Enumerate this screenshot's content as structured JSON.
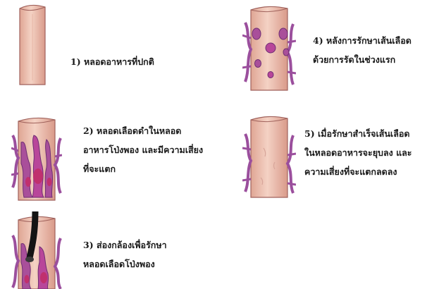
{
  "colors": {
    "tube_fill": "#ecbfae",
    "tube_edge": "#a0625c",
    "vessel": "#9b4f9d",
    "vessel_dark": "#6e2f73",
    "varix_core": "#c0306e",
    "scope": "#141414"
  },
  "steps": [
    {
      "id": 1,
      "icon": "esophagus-normal-icon",
      "lines": [
        "1) หลอดอาหารที่ปกติ"
      ]
    },
    {
      "id": 2,
      "icon": "esophagus-varices-icon",
      "lines": [
        "2) หลอดเลือดดำในหลอด",
        "อาหารโป่งพอง และมีความเสี่ยง",
        "ที่จะแตก"
      ]
    },
    {
      "id": 3,
      "icon": "endoscope-varices-icon",
      "lines": [
        "3) ส่องกล้องเพื่อรักษา",
        "หลอดเลือดโป่งพอง"
      ]
    },
    {
      "id": 4,
      "icon": "esophagus-banded-icon",
      "lines": [
        "4) หลังการรักษาเส้นเลือด",
        "ด้วยการรัดในช่วงแรก"
      ]
    },
    {
      "id": 5,
      "icon": "esophagus-healed-icon",
      "lines": [
        "5) เมื่อรักษาสำเร็จเส้นเลือด",
        "ในหลอดอาหารจะยุบลง และ",
        "ความเสี่ยงที่จะแตกลดลง"
      ]
    }
  ]
}
